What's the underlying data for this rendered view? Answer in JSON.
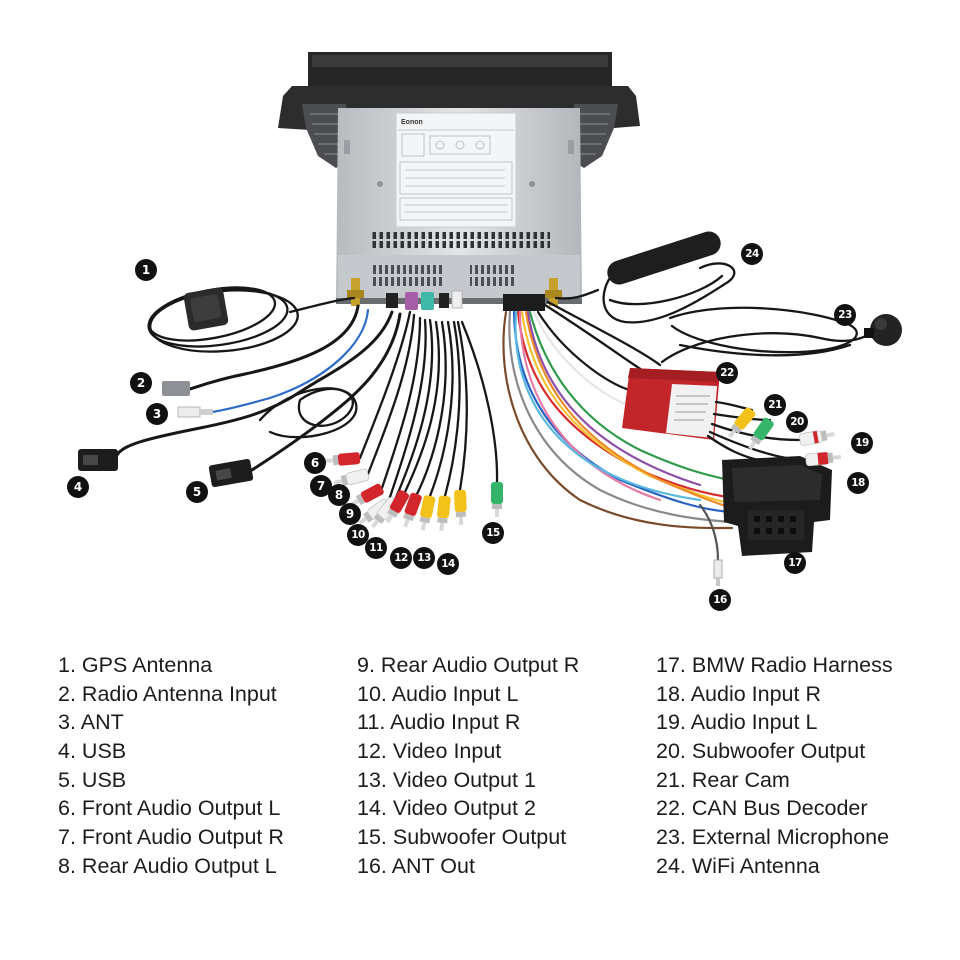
{
  "unit_label": {
    "logo": "Eonon"
  },
  "callouts": [
    "1",
    "2",
    "3",
    "4",
    "5",
    "6",
    "7",
    "8",
    "9",
    "10",
    "11",
    "12",
    "13",
    "14",
    "15",
    "16",
    "17",
    "18",
    "19",
    "20",
    "21",
    "22",
    "23",
    "24"
  ],
  "legend": [
    {
      "num": "1.",
      "label": "GPS Antenna"
    },
    {
      "num": "2.",
      "label": "Radio Antenna Input"
    },
    {
      "num": "3.",
      "label": "ANT"
    },
    {
      "num": "4.",
      "label": "USB"
    },
    {
      "num": "5.",
      "label": "USB"
    },
    {
      "num": "6.",
      "label": "Front Audio Output L"
    },
    {
      "num": "7.",
      "label": "Front Audio Output R"
    },
    {
      "num": "8.",
      "label": "Rear Audio Output L"
    },
    {
      "num": "9.",
      "label": "Rear Audio Output R"
    },
    {
      "num": "10.",
      "label": "Audio Input L"
    },
    {
      "num": "11.",
      "label": "Audio Input R"
    },
    {
      "num": "12.",
      "label": "Video Input"
    },
    {
      "num": "13.",
      "label": "Video Output 1"
    },
    {
      "num": "14.",
      "label": "Video Output 2"
    },
    {
      "num": "15.",
      "label": "Subwoofer Output"
    },
    {
      "num": "16.",
      "label": "ANT Out"
    },
    {
      "num": "17.",
      "label": "BMW Radio Harness"
    },
    {
      "num": "18.",
      "label": "Audio Input R"
    },
    {
      "num": "19.",
      "label": "Audio Input L"
    },
    {
      "num": "20.",
      "label": "Subwoofer Output"
    },
    {
      "num": "21.",
      "label": "Rear Cam"
    },
    {
      "num": "22.",
      "label": "CAN Bus Decoder"
    },
    {
      "num": "23.",
      "label": "External Microphone"
    },
    {
      "num": "24.",
      "label": "WiFi Antenna"
    }
  ],
  "colors": {
    "background": "#ffffff",
    "legend_text": "#1c1c1c",
    "callout_fill": "#111111",
    "callout_text": "#ffffff",
    "rca_red": "#d3262c",
    "rca_white": "#f0f0f0",
    "rca_yellow": "#f2c21b",
    "rca_green": "#35b56a",
    "decoder_red": "#c2262b"
  }
}
